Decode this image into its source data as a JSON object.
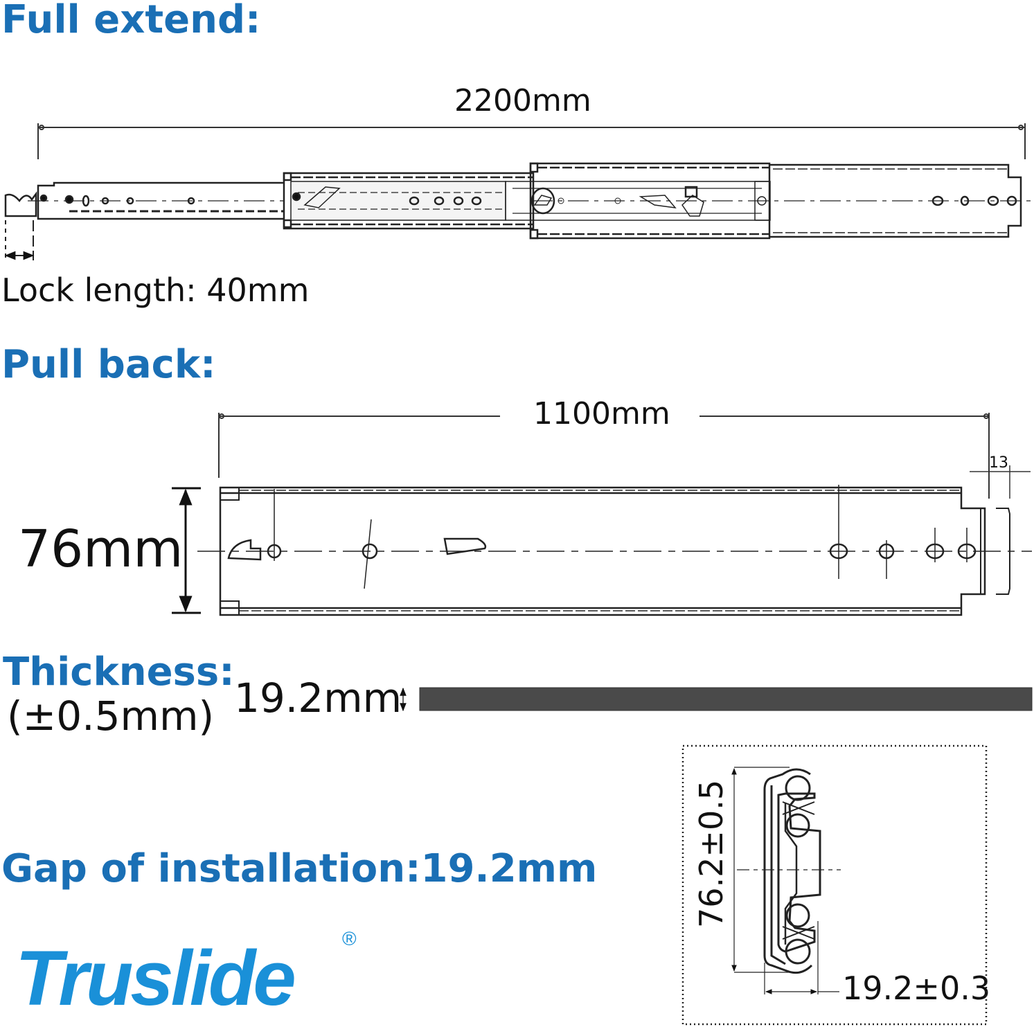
{
  "full_extend": {
    "heading": "Full extend:",
    "length_label": "2200mm",
    "lock_length_label": "Lock length: 40mm"
  },
  "pull_back": {
    "heading": "Pull back:",
    "length_label": "1100mm",
    "height_label": "76mm",
    "end_offset_label": "13"
  },
  "thickness": {
    "heading": "Thickness:",
    "tolerance": "(±0.5mm)",
    "value_label": "19.2mm",
    "bar_color": "#4a4a4a"
  },
  "gap": {
    "heading": "Gap of installation:19.2mm"
  },
  "cross_section": {
    "height_label": "76.2±0.5",
    "width_label": "19.2±0.3"
  },
  "brand": {
    "name": "Truslide",
    "registered_mark": "®",
    "color": "#1a90d8"
  },
  "colors": {
    "heading_blue": "#1a6fb5",
    "line": "#222222"
  }
}
